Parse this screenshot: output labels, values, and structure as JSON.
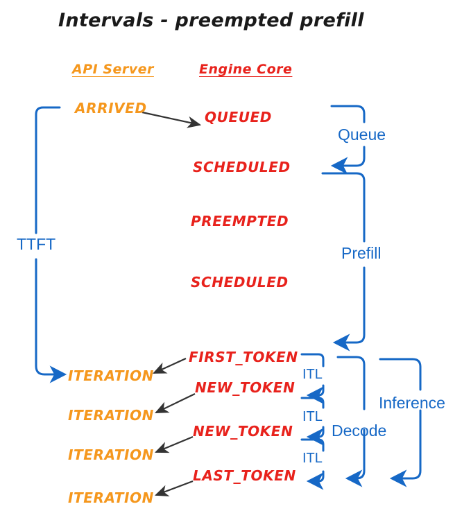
{
  "title": "Intervals - preempted prefill",
  "colors": {
    "api_server": "#F5971D",
    "engine_core": "#E8221C",
    "annotation": "#1668C6",
    "arrow": "#333333",
    "background": "#FFFFFF"
  },
  "columns": {
    "api_server_header": "API Server",
    "engine_core_header": "Engine Core"
  },
  "api_events": [
    {
      "label": "ARRIVED"
    },
    {
      "label": "ITERATION"
    },
    {
      "label": "ITERATION"
    },
    {
      "label": "ITERATION"
    },
    {
      "label": "ITERATION"
    }
  ],
  "engine_events": [
    {
      "label": "QUEUED"
    },
    {
      "label": "SCHEDULED"
    },
    {
      "label": "PREEMPTED"
    },
    {
      "label": "SCHEDULED"
    },
    {
      "label": "FIRST_TOKEN"
    },
    {
      "label": "NEW_TOKEN"
    },
    {
      "label": "NEW_TOKEN"
    },
    {
      "label": "LAST_TOKEN"
    }
  ],
  "intervals": {
    "ttft": "TTFT",
    "queue": "Queue",
    "prefill": "Prefill",
    "decode": "Decode",
    "inference": "Inference",
    "itl_1": "ITL",
    "itl_2": "ITL",
    "itl_3": "ITL"
  }
}
